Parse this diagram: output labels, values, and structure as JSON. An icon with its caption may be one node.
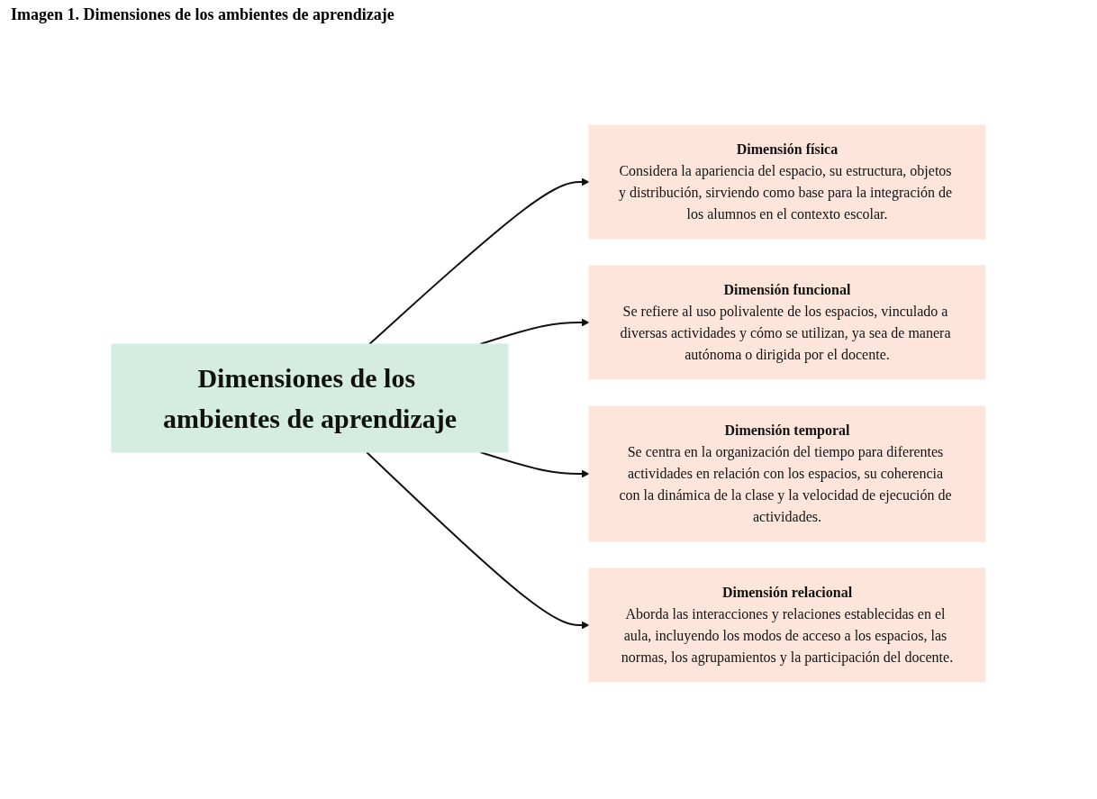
{
  "diagram": {
    "title": "Imagen 1. Dimensiones de los ambientes de aprendizaje",
    "nodes": [
      {
        "text": [
          "Dimensiones de los ambientes de aprendizaje"
        ]
      },
      {
        "text": [
          "Dimensión física",
          "Considera la apariencia del espacio, su estructura, objetos y distribución, sirviendo como base para la integración de los alumnos en el contexto escolar."
        ]
      },
      {
        "text": [
          "Dimensión funcional",
          "Se refiere al uso polivalente de los espacios, vinculado a diversas actividades y cómo se utilizan, ya sea de manera autónoma o dirigida por el docente."
        ]
      },
      {
        "text": [
          "Dimensión temporal",
          "Se centra en la organización del tiempo para diferentes actividades en relación con los espacios, su coherencia con la dinámica de la clase y la velocidad de ejecución de actividades."
        ]
      },
      {
        "text": [
          "Dimensión relacional",
          "Aborda las interacciones y relaciones establecidas en el aula, incluyendo los modos de acceso a los espacios, las normas, los agrupamientos y la participación del docente."
        ]
      }
    ],
    "edges": [
      {
        "from": 0,
        "to": 1,
        "arrow": "to"
      },
      {
        "from": 0,
        "to": 2,
        "arrow": "to"
      },
      {
        "from": 0,
        "to": 3,
        "arrow": "to"
      },
      {
        "from": 0,
        "to": 4,
        "arrow": "to"
      }
    ]
  }
}
